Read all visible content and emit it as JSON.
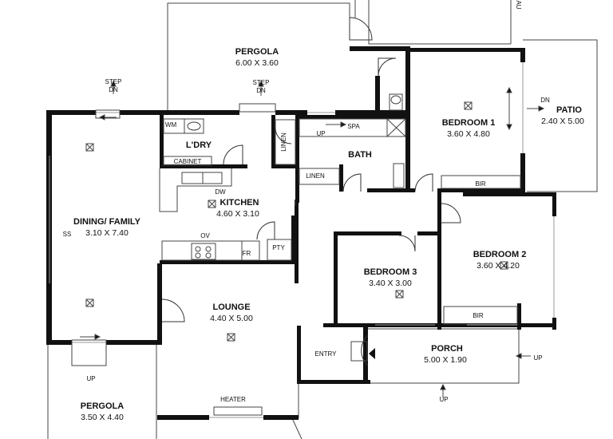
{
  "rooms": {
    "pergola_top": {
      "name": "PERGOLA",
      "dims": "6.00 X 3.60"
    },
    "bedroom1": {
      "name": "BEDROOM 1",
      "dims": "3.60 X 4.80"
    },
    "patio": {
      "name": "PATIO",
      "dims": "2.40 X 5.00"
    },
    "laundry": {
      "name": "L'DRY"
    },
    "bath": {
      "name": "BATH"
    },
    "kitchen": {
      "name": "KITCHEN",
      "dims": "4.60 X 3.10"
    },
    "dining": {
      "name": "DINING/ FAMILY",
      "dims": "3.10 X 7.40"
    },
    "bedroom2": {
      "name": "BEDROOM 2",
      "dims": "3.60 X 4.20"
    },
    "bedroom3": {
      "name": "BEDROOM 3",
      "dims": "3.40 X 3.00"
    },
    "lounge": {
      "name": "LOUNGE",
      "dims": "4.40 X 5.00"
    },
    "porch": {
      "name": "PORCH",
      "dims": "5.00 X 1.90"
    },
    "pergola_bottom": {
      "name": "PERGOLA",
      "dims": "3.50 X 4.40"
    }
  },
  "labels": {
    "step": "STEP",
    "dn": "DN",
    "up": "UP",
    "wm": "WM",
    "cabinet": "CABINET",
    "linen": "LINEN",
    "spa": "SPA",
    "dw": "DW",
    "ov": "OV",
    "fr": "FR",
    "pty": "PTY",
    "ss": "SS",
    "bir": "BIR",
    "entry": "ENTRY",
    "heater": "HEATER",
    "aux_text": "AU"
  }
}
